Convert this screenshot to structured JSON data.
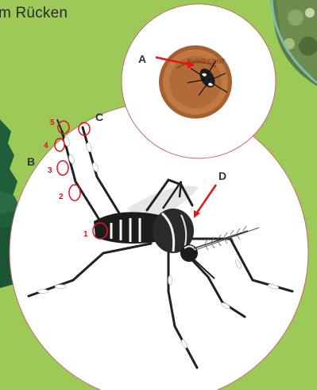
{
  "heading": "m Rücken",
  "labels": {
    "a": "A",
    "b": "B",
    "c": "C",
    "d": "D"
  },
  "segments": [
    "1",
    "2",
    "3",
    "4",
    "5"
  ],
  "coin_text": "EURO CENT",
  "colors": {
    "background": "#9cc957",
    "circle_border": "#c96a6a",
    "annotation_red": "#e0161b",
    "tree_green": "#1f5e3a"
  }
}
